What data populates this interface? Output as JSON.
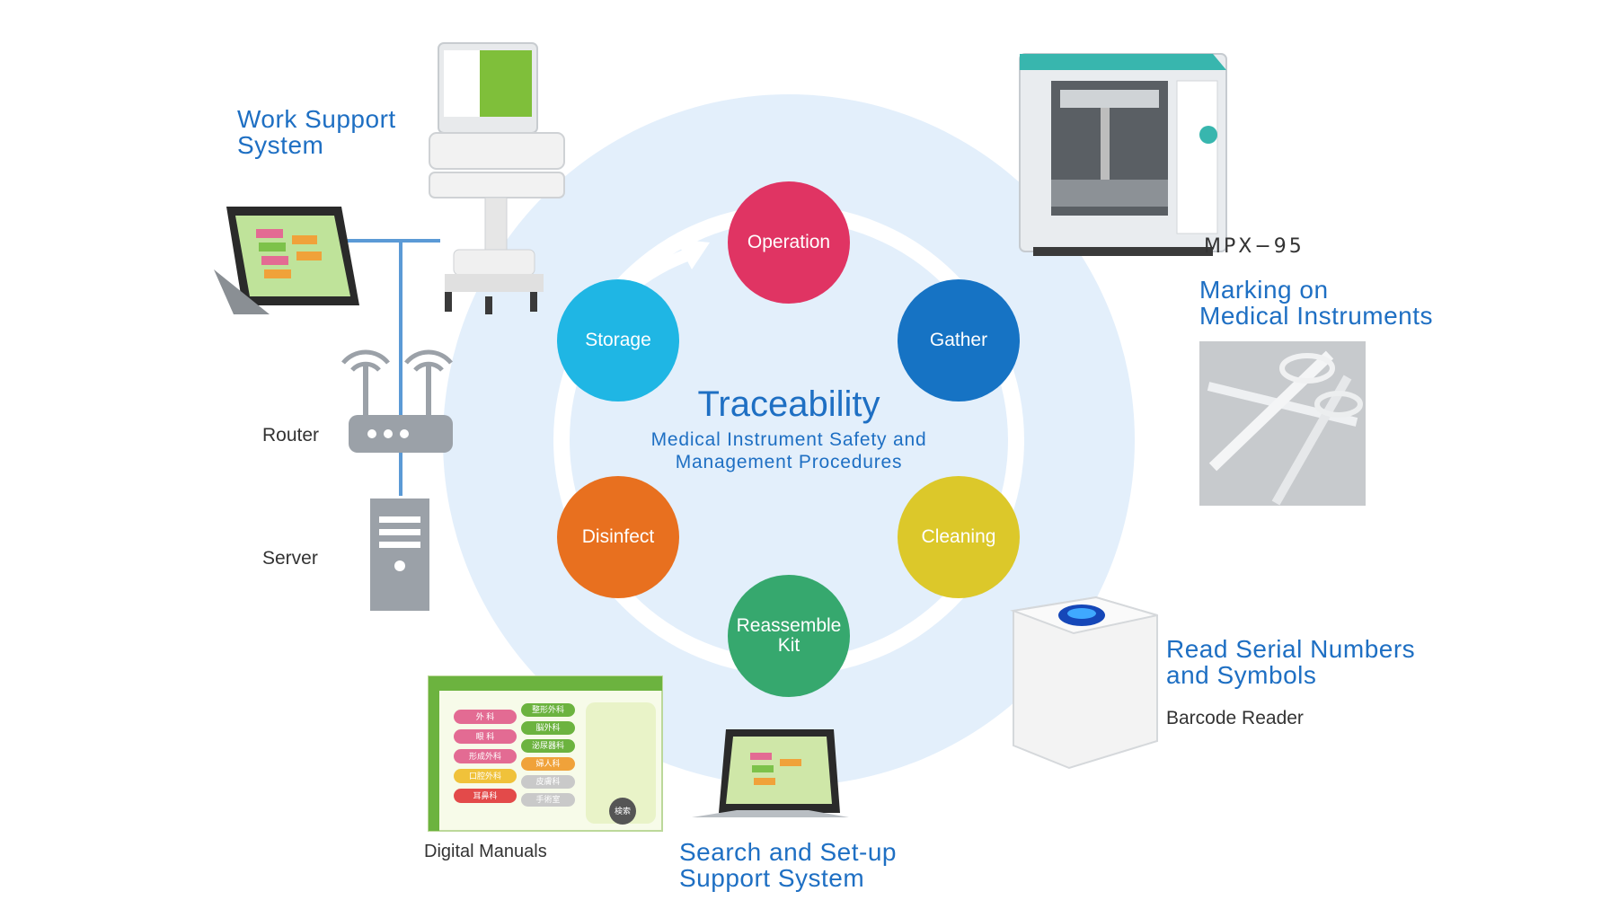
{
  "center": {
    "title": "Traceability",
    "subtitle_line1": "Medical Instrument Safety and",
    "subtitle_line2": "Management Procedures"
  },
  "cycle": [
    {
      "key": "operation",
      "label": "Operation",
      "color": "#e03463"
    },
    {
      "key": "gather",
      "label": "Gather",
      "color": "#1673c4"
    },
    {
      "key": "cleaning",
      "label": "Cleaning",
      "color": "#dcc82a"
    },
    {
      "key": "reassemble",
      "label_line1": "Reassemble",
      "label_line2": "Kit",
      "color": "#36a86e"
    },
    {
      "key": "disinfect",
      "label": "Disinfect",
      "color": "#e8701f"
    },
    {
      "key": "storage",
      "label": "Storage",
      "color": "#1fb6e4"
    }
  ],
  "work_support": {
    "line1": "Work Support",
    "line2": "System"
  },
  "router_label": "Router",
  "server_label": "Server",
  "marking": {
    "model": "MPX−95",
    "line1": "Marking on",
    "line2": "Medical Instruments"
  },
  "reader": {
    "line1": "Read Serial Numbers",
    "line2": "and Symbols",
    "caption": "Barcode Reader"
  },
  "manuals_label": "Digital Manuals",
  "search": {
    "line1": "Search and Set-up",
    "line2": "Support System"
  },
  "ui_menu": [
    "外 科",
    "眼 科",
    "形成外科",
    "口腔外科",
    "耳鼻科"
  ],
  "ui_menu_right": [
    "整形外科",
    "脳外科",
    "泌尿器科",
    "婦人科",
    "皮膚科",
    "手術室"
  ],
  "ui_search_button": "検索",
  "colors": {
    "accent_blue": "#1e6fc3",
    "ring": "#e3effb",
    "network_line": "#5b9ad6",
    "device_gray": "#9ba1a8"
  }
}
